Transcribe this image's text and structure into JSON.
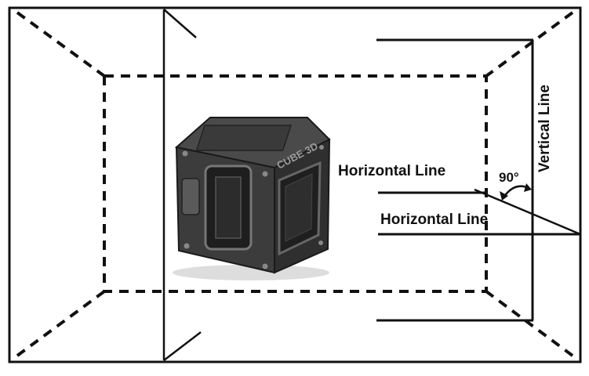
{
  "labels": {
    "horizontal_upper": "Horizontal Line",
    "horizontal_lower": "Horizontal Line",
    "vertical": "Vertical Line",
    "angle": "90°"
  },
  "device": {
    "brand_text": "CUBE 3D"
  },
  "colors": {
    "line": "#111111",
    "device_body": "#3a3a3a",
    "device_dark": "#222222",
    "device_top": "#4a4a4a"
  }
}
